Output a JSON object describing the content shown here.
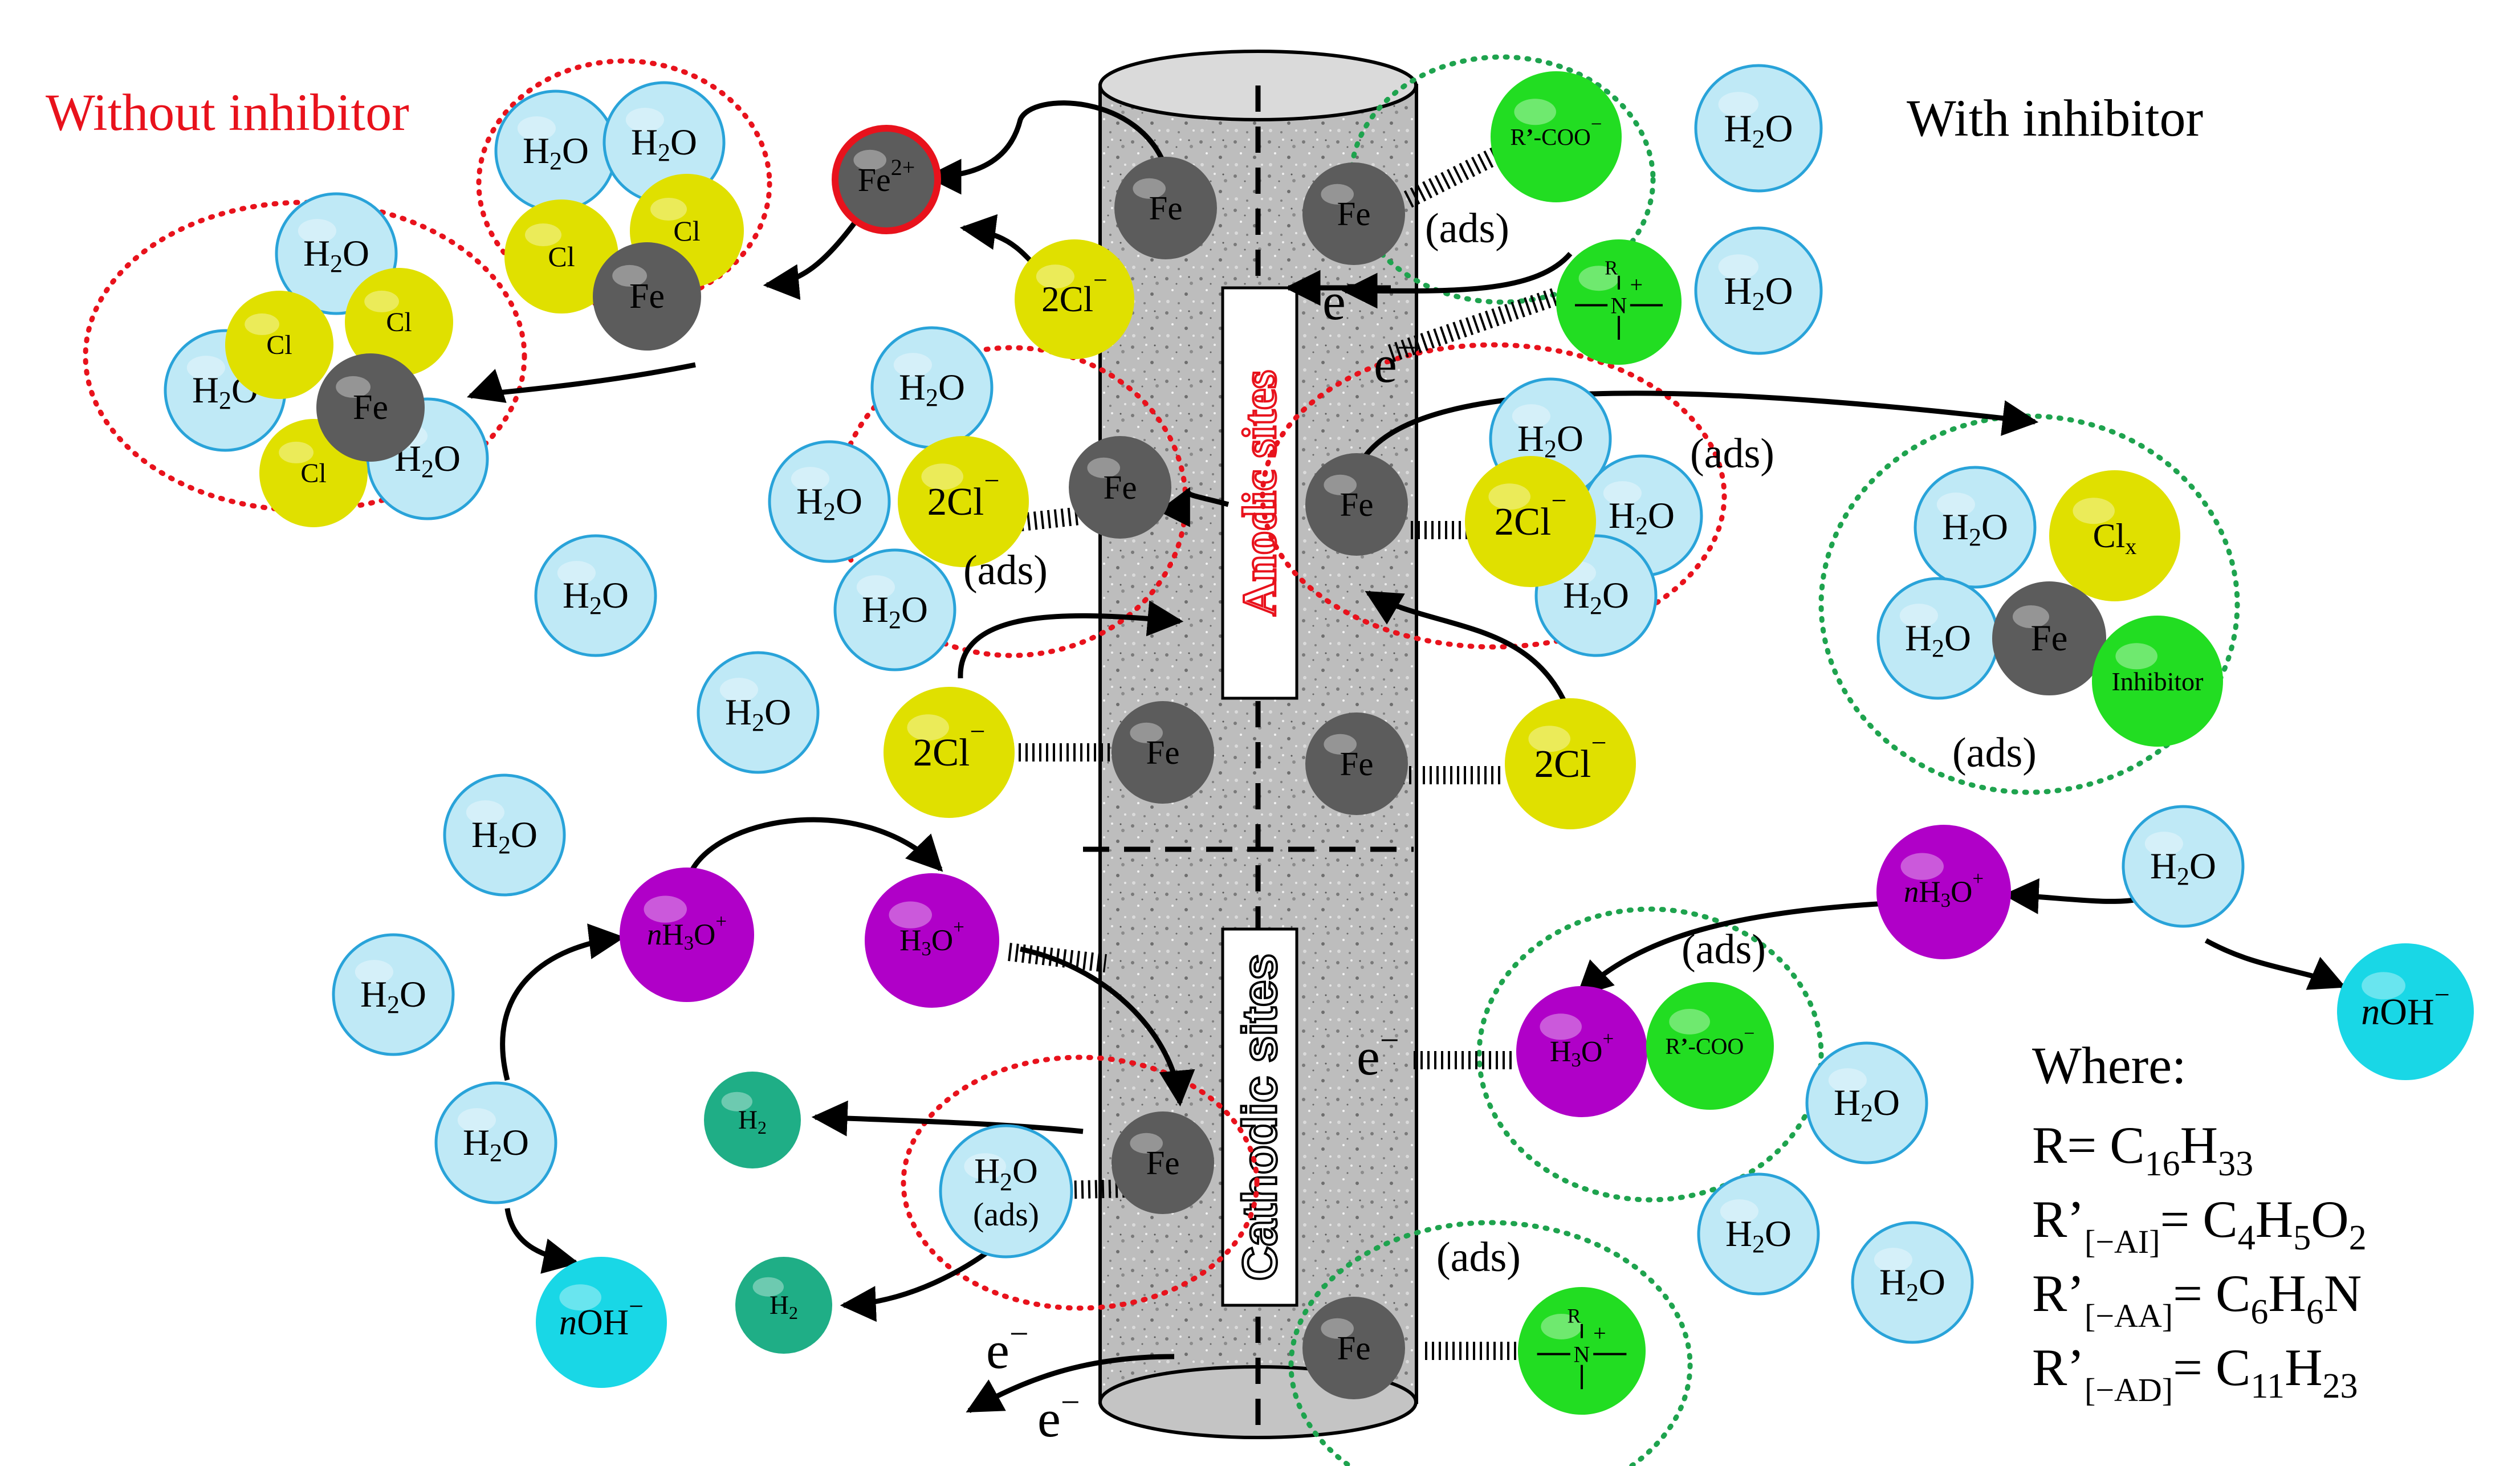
{
  "headings": {
    "without_inhibitor": "Without inhibitor",
    "with_inhibitor": "With inhibitor"
  },
  "colors": {
    "water": "#bfe9f6",
    "water_stroke": "#29a3d9",
    "chloride": "#e0e000",
    "iron": "#5c5c5c",
    "hydronium": "#b000c8",
    "hydroxide": "#19d7e6",
    "hydrogen": "#1fae86",
    "inhibitor": "#22dd22",
    "red_dotted": "#e8121c",
    "green_dotted": "#1ea34e"
  },
  "labels": {
    "fe": "Fe",
    "fe2": "Fe",
    "fe2_charge": "2+",
    "cl": "Cl",
    "cl2": "2Cl",
    "h2o_h": "H",
    "h2o_sub": "2",
    "h2o_o": "O",
    "ads": "(ads)",
    "e": "e",
    "minus": "−",
    "plus": "+",
    "h3o_n": "n",
    "h3o_h": "H",
    "h3o_sub": "3",
    "h3o_o": "O",
    "oh_n": "n",
    "oh": "OH",
    "h2_h": "H",
    "h2_sub": "2",
    "rcoo_r": "R",
    "rcoo_prime": "’",
    "rcoo_coo": "-COO",
    "amine_r": "R",
    "amine_n": "N",
    "clx": "Cl",
    "clx_sub": "x",
    "inhibitor": "Inhibitor",
    "h2o_ads_line2": "(ads)"
  },
  "sites": {
    "anodic": "Anodic sites",
    "cathodic": "Cathodic sites"
  },
  "legend": {
    "where": "Where:",
    "r_lhs": "R= C",
    "r_s1": "16",
    "r_mid": "H",
    "r_s2": "33",
    "ai_lhs": "R’",
    "ai_tag": "[−AI]",
    "ai_eq": "= C",
    "ai_s1": "4",
    "ai_h": "H",
    "ai_s2": "5",
    "ai_o": "O",
    "ai_s3": "2",
    "aa_lhs": "R’",
    "aa_tag": "[−AA]",
    "aa_eq": "= C",
    "aa_s1": "6",
    "aa_h": "H",
    "aa_s2": "6",
    "aa_n": "N",
    "ad_lhs": "R’",
    "ad_tag": "[−AD]",
    "ad_eq": "= C",
    "ad_s1": "11",
    "ad_h": "H",
    "ad_s2": "23"
  }
}
